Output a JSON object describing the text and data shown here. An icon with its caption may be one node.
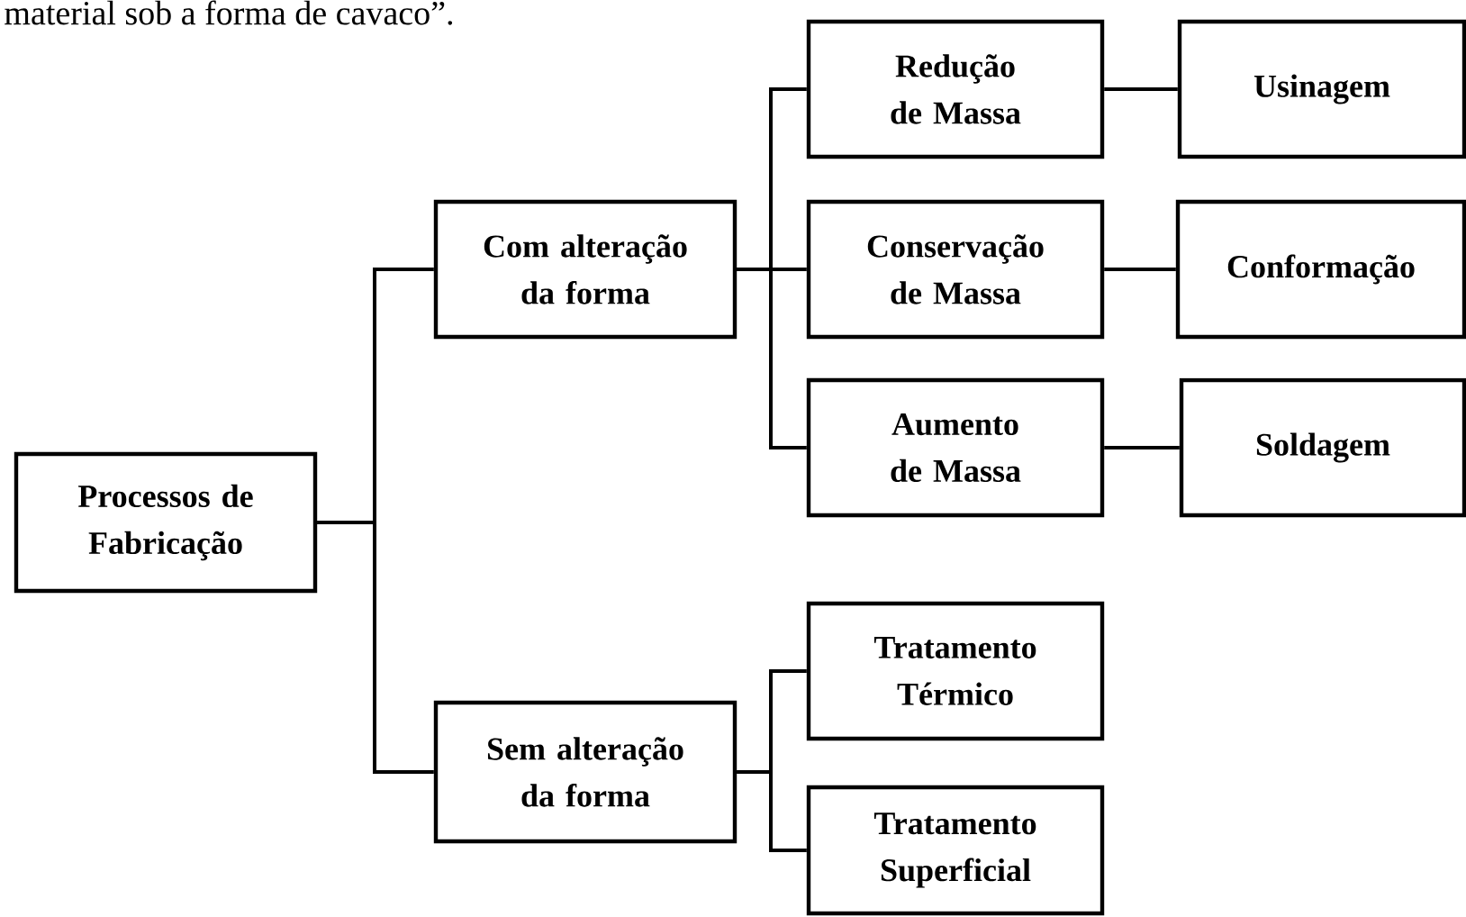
{
  "diagram": {
    "nodes": [
      {
        "text": [
          "Processos de Fabricação"
        ]
      },
      {
        "text": [
          "Com alteração da forma"
        ]
      },
      {
        "text": [
          "Sem alteração da forma"
        ]
      },
      {
        "text": [
          "Redução de Massa"
        ]
      },
      {
        "text": [
          "Conservação de Massa"
        ]
      },
      {
        "text": [
          "Aumento de Massa"
        ]
      },
      {
        "text": [
          "Usinagem"
        ]
      },
      {
        "text": [
          "Conformação"
        ]
      },
      {
        "text": [
          "Soldagem"
        ]
      },
      {
        "text": [
          "Tratamento Térmico"
        ]
      },
      {
        "text": [
          "Tratamento Superficial"
        ]
      }
    ],
    "edges": [
      {
        "from": 0,
        "to": 1,
        "arrow": "none"
      },
      {
        "from": 0,
        "to": 2,
        "arrow": "none"
      },
      {
        "from": 1,
        "to": 3,
        "arrow": "none"
      },
      {
        "from": 1,
        "to": 4,
        "arrow": "none"
      },
      {
        "from": 1,
        "to": 5,
        "arrow": "none"
      },
      {
        "from": 3,
        "to": 6,
        "arrow": "none"
      },
      {
        "from": 4,
        "to": 7,
        "arrow": "none"
      },
      {
        "from": 5,
        "to": 8,
        "arrow": "none"
      },
      {
        "from": 2,
        "to": 9,
        "arrow": "none"
      },
      {
        "from": 2,
        "to": 10,
        "arrow": "none"
      }
    ],
    "labels": [
      "material sob a forma de cavaco”."
    ]
  }
}
